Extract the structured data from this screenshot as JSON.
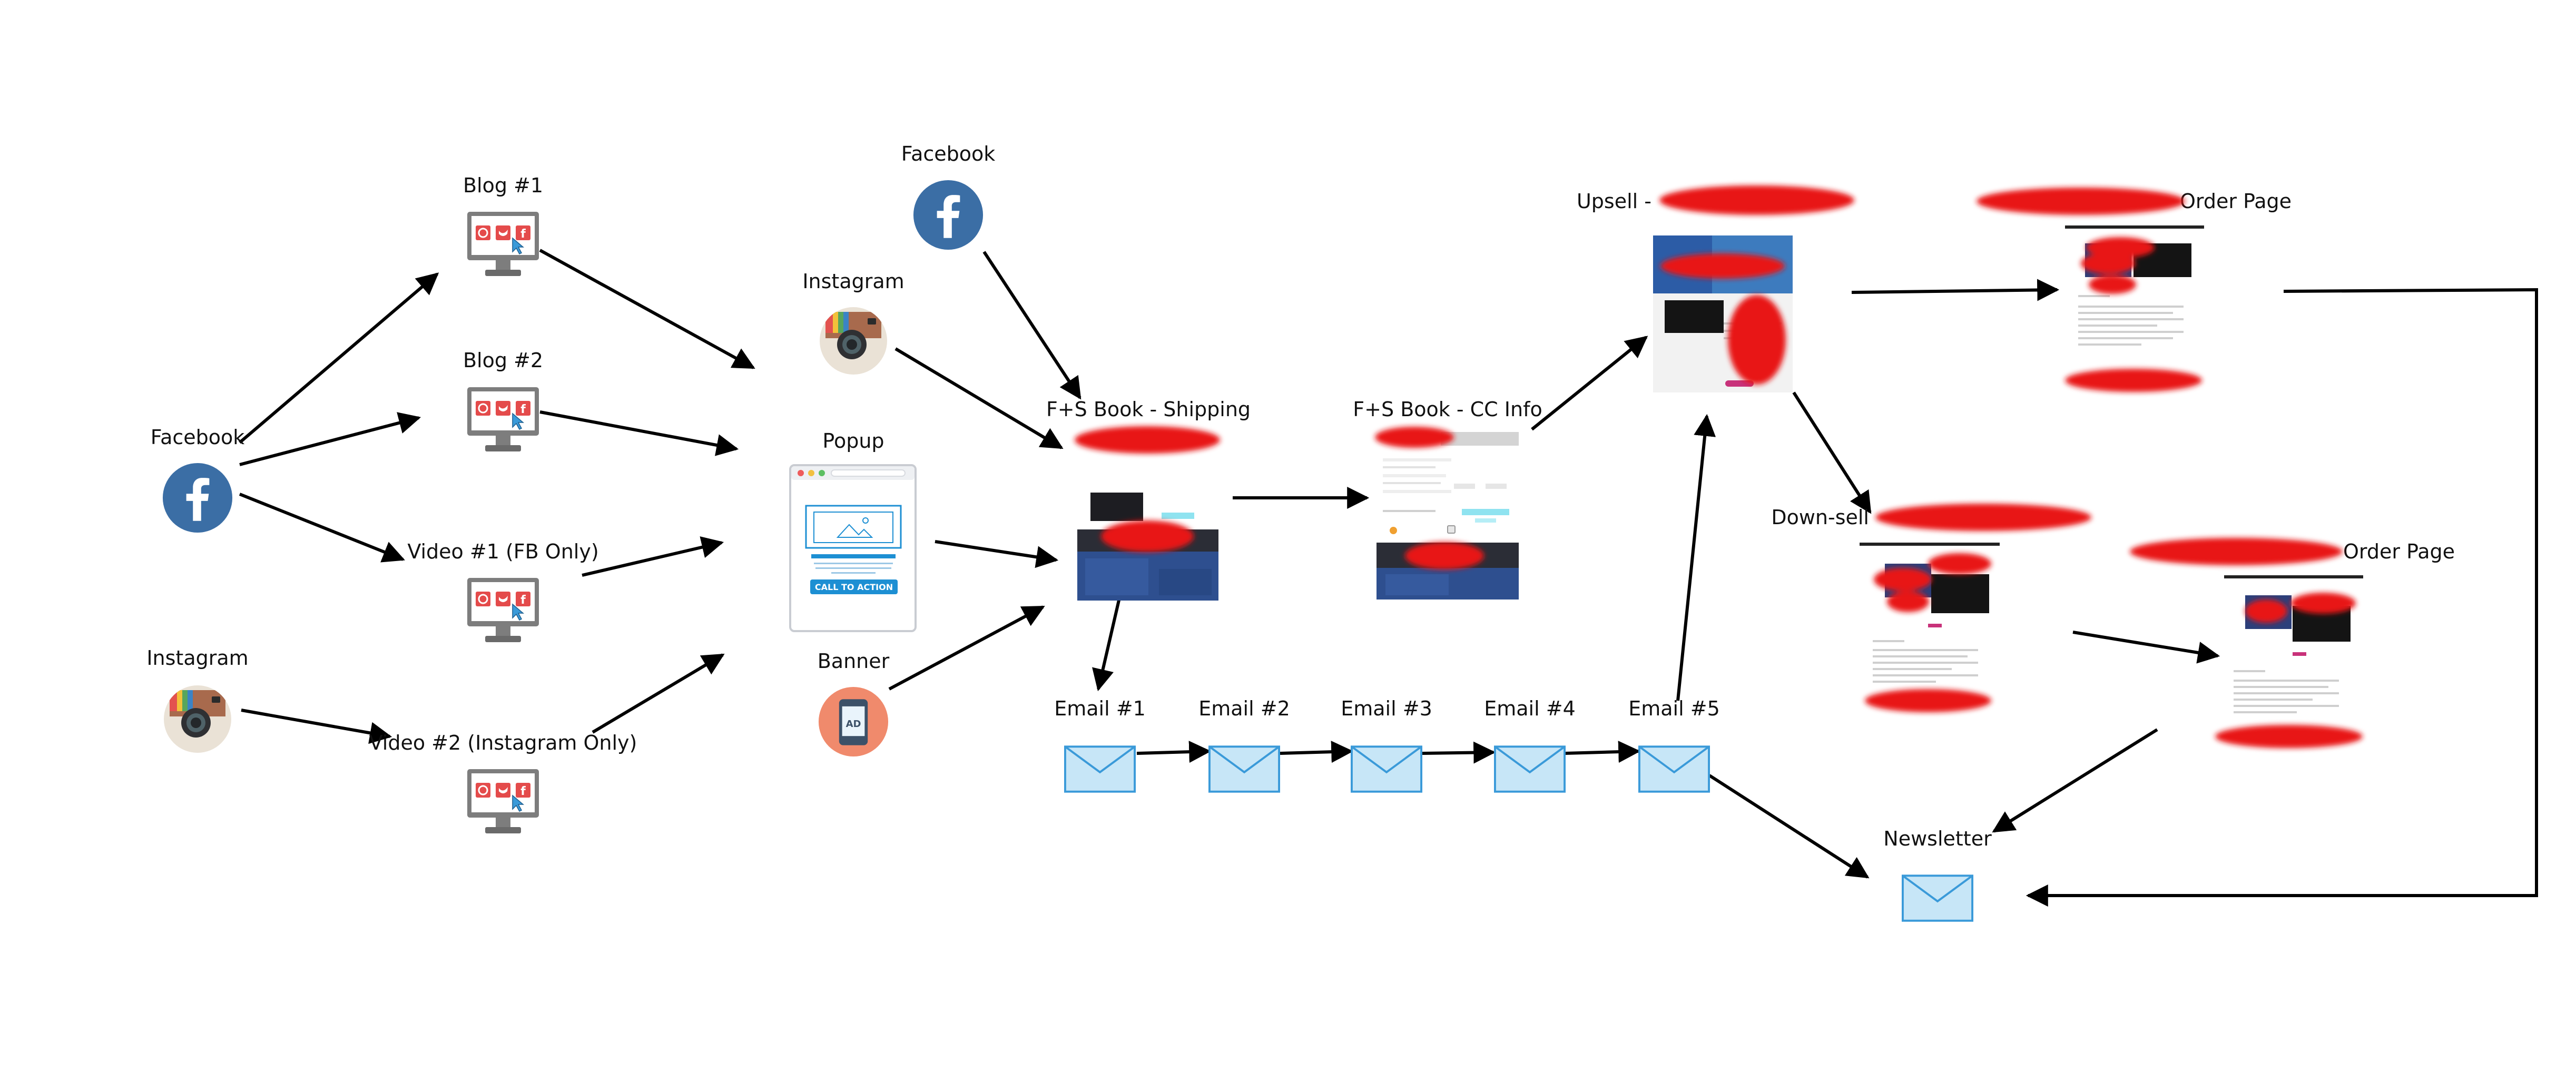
{
  "labels": {
    "facebook_left": "Facebook",
    "instagram_left": "Instagram",
    "blog1": "Blog #1",
    "blog2": "Blog #2",
    "video1": "Video #1 (FB Only)",
    "video2": "Video #2 (Instagram Only)",
    "facebook_mid": "Facebook",
    "instagram_mid": "Instagram",
    "popup": "Popup",
    "banner": "Banner",
    "shipping": "F+S Book - Shipping",
    "ccinfo": "F+S Book - CC Info",
    "upsell": "Upsell -",
    "downsell": "Down-sell",
    "order_top": "Order Page",
    "order_mid": "Order Page",
    "email1": "Email #1",
    "email2": "Email #2",
    "email3": "Email #3",
    "email4": "Email #4",
    "email5": "Email #5",
    "newsletter": "Newsletter",
    "cta": "CALL TO ACTION",
    "ad": "AD"
  },
  "colors": {
    "facebook_blue": "#3b6ea5",
    "redaction": "#e81818",
    "envelope_fill": "#c7e6f7",
    "envelope_stroke": "#3a9ad9",
    "arrow": "#000000",
    "monitor_gray": "#7d7d7d",
    "social_red": "#e44b4b",
    "banner_orange": "#f08a6c",
    "cta_blue": "#1d8fd3"
  },
  "icons": {
    "facebook": "facebook-icon",
    "instagram": "instagram-icon",
    "monitor": "monitor-social-icon",
    "popup": "popup-window-icon",
    "banner": "banner-ad-icon",
    "email": "envelope-icon"
  }
}
